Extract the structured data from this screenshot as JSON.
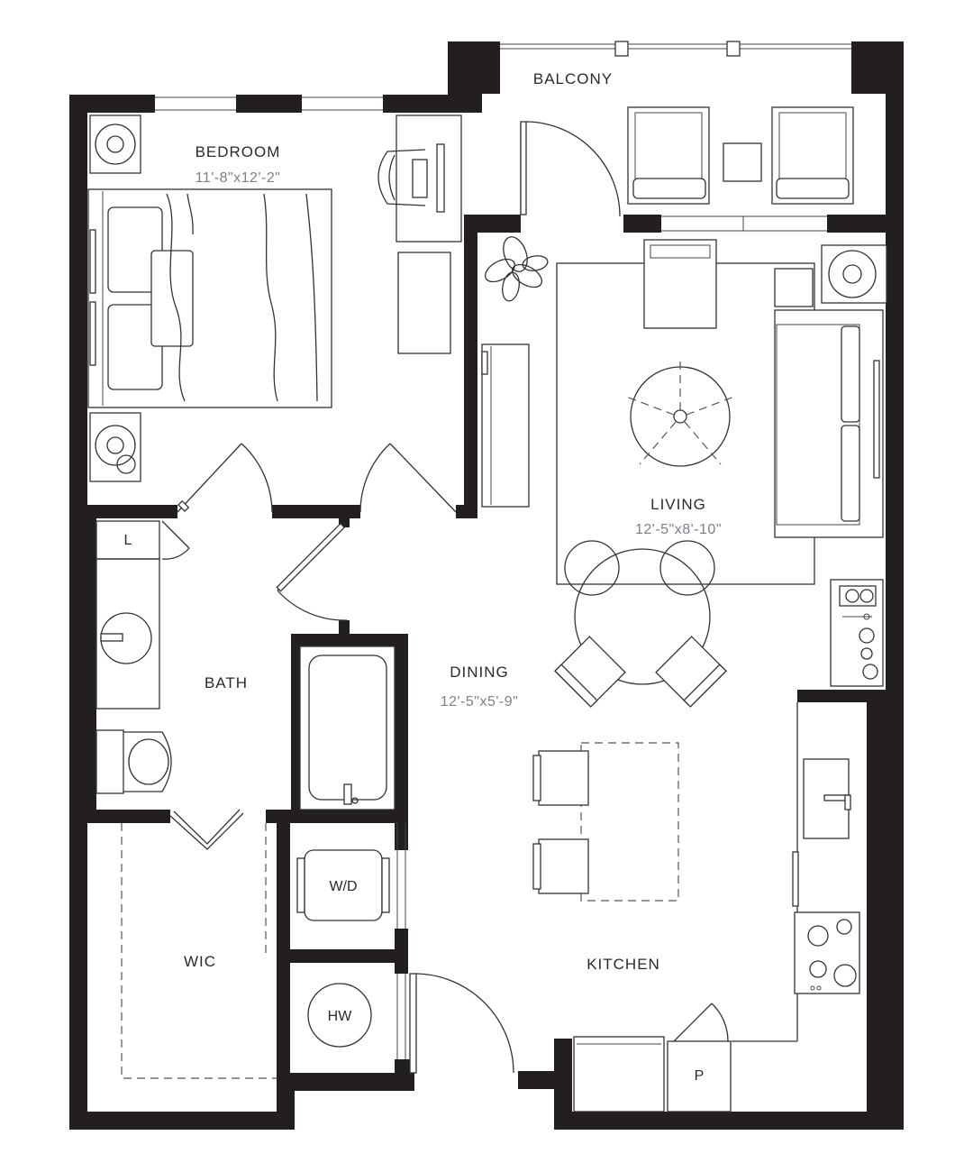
{
  "rooms": {
    "balcony": "BALCONY",
    "bedroom": "BEDROOM",
    "bedroom_dim": "11'-8\"x12'-2\"",
    "living": "LIVING",
    "living_dim": "12'-5\"x8'-10\"",
    "bath": "BATH",
    "dining": "DINING",
    "dining_dim": "12'-5\"x5'-9\"",
    "wic": "WIC",
    "kitchen": "KITCHEN"
  },
  "fixtures": {
    "linen": "L",
    "washer_dryer": "W/D",
    "water_heater": "HW",
    "pantry": "P"
  },
  "colors": {
    "wall": "#231f20",
    "line": "#333333",
    "dimension_text": "#7d8088"
  }
}
